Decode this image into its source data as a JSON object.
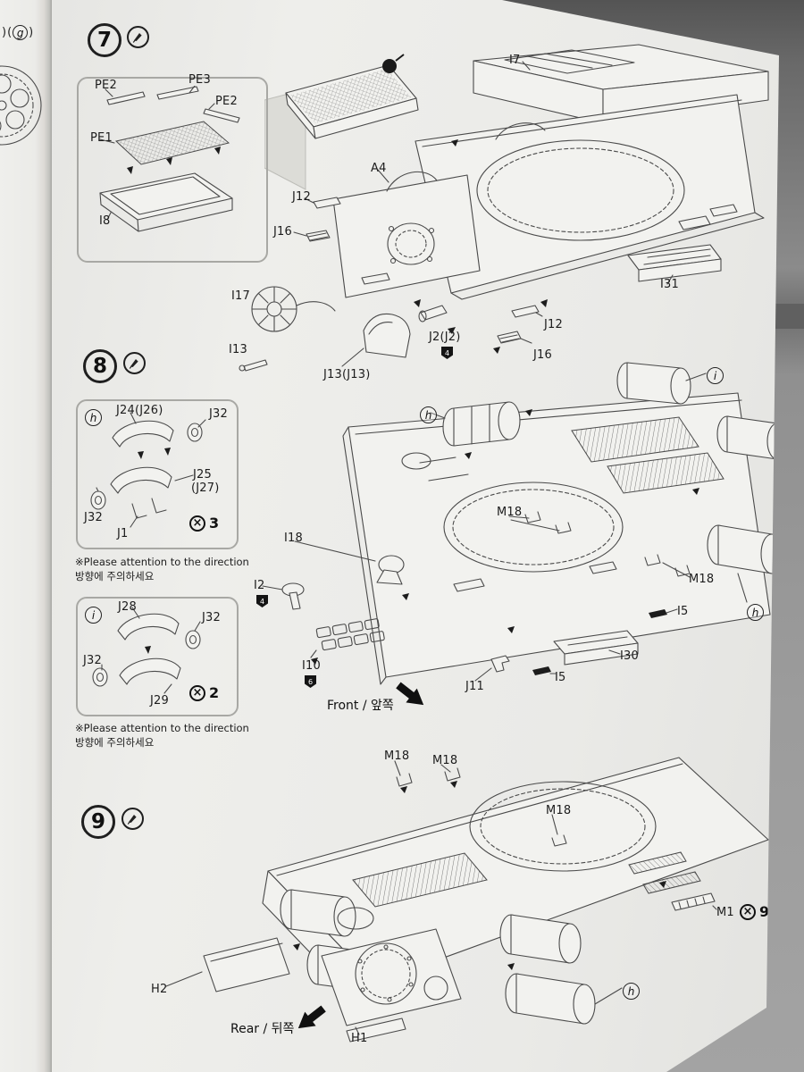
{
  "adjacent_page": {
    "prefix": ")",
    "open": "(",
    "badge": "g",
    "close": ")"
  },
  "step7": {
    "number": "7",
    "inset": {
      "pe2_top": "PE2",
      "pe3": "PE3",
      "pe2_right": "PE2",
      "pe1": "PE1",
      "i8": "I8"
    },
    "labels": {
      "i7": "I7",
      "a4": "A4",
      "j12_left": "J12",
      "j16_left": "J16",
      "i17": "I17",
      "i13": "I13",
      "j13": "J13(J13)",
      "j2": "J2(J2)",
      "j2_tag": "4",
      "j12_right": "J12",
      "j16_right": "J16",
      "i31": "I31"
    }
  },
  "step8": {
    "number": "8",
    "direction_note_en": "※Please attention to the direction",
    "direction_note_ko": "방향에 주의하세요",
    "inset_h": {
      "badge": "h",
      "j24": "J24(J26)",
      "j32_top": "J32",
      "j25": "J25",
      "j25b": "(J27)",
      "j32_left": "J32",
      "j1": "J1",
      "qty_x": "×",
      "qty": "3"
    },
    "inset_i": {
      "badge": "i",
      "j28": "J28",
      "j32_top": "J32",
      "j32_left": "J32",
      "j29": "J29",
      "qty_x": "×",
      "qty": "2"
    },
    "labels": {
      "h_tank": "h",
      "i_tank": "i",
      "m18_center": "M18",
      "m18_right": "M18",
      "i18": "I18",
      "i2": "I2",
      "i2_tag": "4",
      "i10": "I10",
      "i10_tag": "6",
      "j11": "J11",
      "i30": "I30",
      "i5_right": "I5",
      "i5_bottom": "I5",
      "h_tank_right": "h"
    },
    "front": "Front / 앞쪽"
  },
  "step9": {
    "number": "9",
    "labels": {
      "m18_a": "M18",
      "m18_b": "M18",
      "m18_c": "M18",
      "m1": "M1",
      "m1_qty_x": "×",
      "m1_qty": "9",
      "h2": "H2",
      "h1": "H1",
      "h_tank": "h"
    },
    "rear": "Rear / 뒤쪽"
  }
}
